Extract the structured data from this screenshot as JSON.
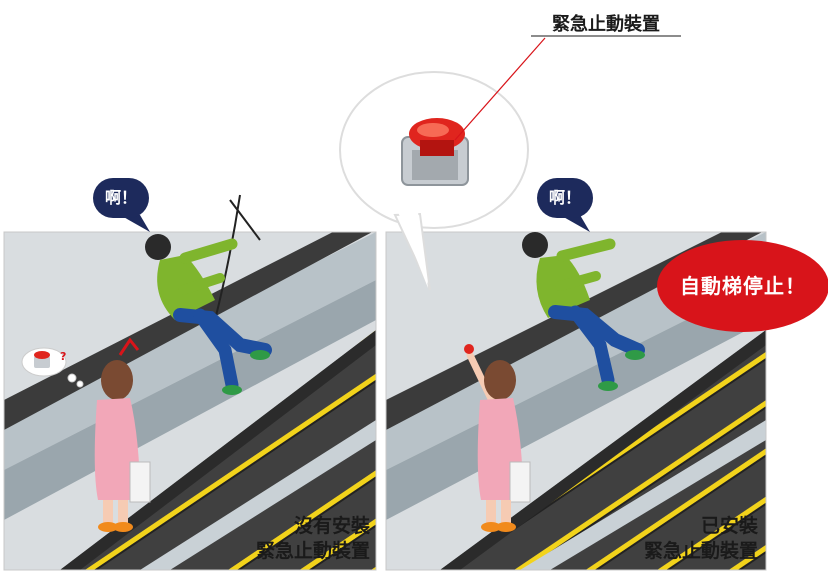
{
  "top_label": "緊急止動裝置",
  "left_panel": {
    "shout": "啊！",
    "caption_line1": "沒有安裝",
    "caption_line2": "緊急止動裝置",
    "question": "?"
  },
  "right_panel": {
    "shout": "啊！",
    "caption_line1": "已安裝",
    "caption_line2": "緊急止動裝置",
    "stop_text": "自動梯停止！"
  },
  "colors": {
    "escalator_dark": "#3a3a3a",
    "step_edge": "#f2d31b",
    "bubble_navy": "#1d2a5c",
    "alert_red": "#d8141a",
    "man_shirt": "#7fb52d",
    "man_jeans": "#1f4fa0",
    "woman_coat": "#f2a7b8"
  }
}
